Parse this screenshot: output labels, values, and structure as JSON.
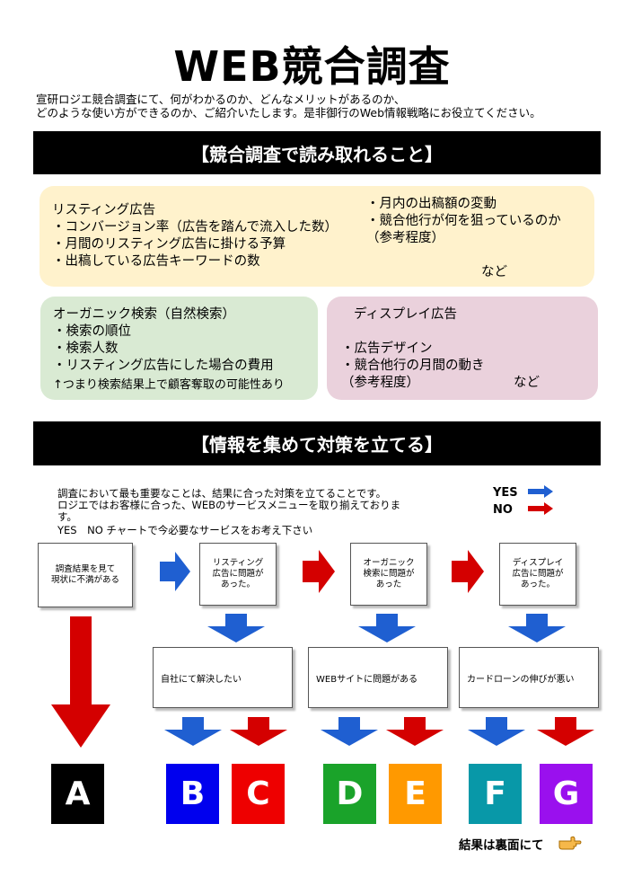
{
  "title": "WEB競合調査",
  "intro": {
    "line1": "宣研ロジエ競合調査にて、何がわかるのか、どんなメリットがあるのか、",
    "line2": "どのような使い方ができるのか、ご紹介いたします。是非御行のWeb情報戦略にお役立てください。"
  },
  "section1": {
    "heading": "【競合調査で読み取れること】",
    "listing": {
      "title": "リスティング広告",
      "items": [
        "・コンバージョン率（広告を踏んで流入した数）",
        "・月間のリスティング広告に掛ける予算",
        "・出稿している広告キーワードの数"
      ],
      "right_items": [
        "・月内の出稿額の変動",
        "・競合他行が何を狙っているのか",
        "（参考程度）"
      ],
      "etc": "など"
    },
    "organic": {
      "title": "オーガニック検索（自然検索）",
      "items": [
        "・検索の順位",
        "・検索人数",
        "・リスティング広告にした場合の費用"
      ],
      "note": "↑つまり検索結果上で顧客奪取の可能性あり"
    },
    "display": {
      "title": "ディスプレイ広告",
      "items": [
        "・広告デザイン",
        "・競合他行の月間の動き",
        "（参考程度）"
      ],
      "etc": "など"
    }
  },
  "section2": {
    "heading": "【情報を集めて対策を立てる】",
    "desc": {
      "line1": "調査において最も重要なことは、結果に合った対策を立てることです。",
      "line2": "ロジエではお客様に合った、WEBのサービスメニューを取り揃えておりま",
      "line3": "す。",
      "line4": "YES　NO チャートで今必要なサービスをお考え下さい"
    },
    "legend": {
      "yes": "YES",
      "no": "NO",
      "yes_color": "#1f5fd1",
      "no_color": "#d40000"
    },
    "nodes": {
      "start": [
        "調査結果を見て",
        "現状に不満がある"
      ],
      "listing": [
        "リスティング",
        "広告に問題が",
        "あった。"
      ],
      "organic": [
        "オーガニック",
        "検索に問題が",
        "あった"
      ],
      "display": [
        "ディスプレイ",
        "広告に問題が",
        "あった。"
      ],
      "self": "自社にて解決したい",
      "website": "WEBサイトに問題がある",
      "cardloan": "カードローンの伸びが悪い"
    },
    "results": [
      {
        "label": "A",
        "color": "#000000"
      },
      {
        "label": "B",
        "color": "#0000ee"
      },
      {
        "label": "C",
        "color": "#ee0000"
      },
      {
        "label": "D",
        "color": "#1aa32a"
      },
      {
        "label": "E",
        "color": "#ff9900"
      },
      {
        "label": "F",
        "color": "#0898a8"
      },
      {
        "label": "G",
        "color": "#9a10ee"
      }
    ],
    "footer": "結果は裏面にて"
  }
}
